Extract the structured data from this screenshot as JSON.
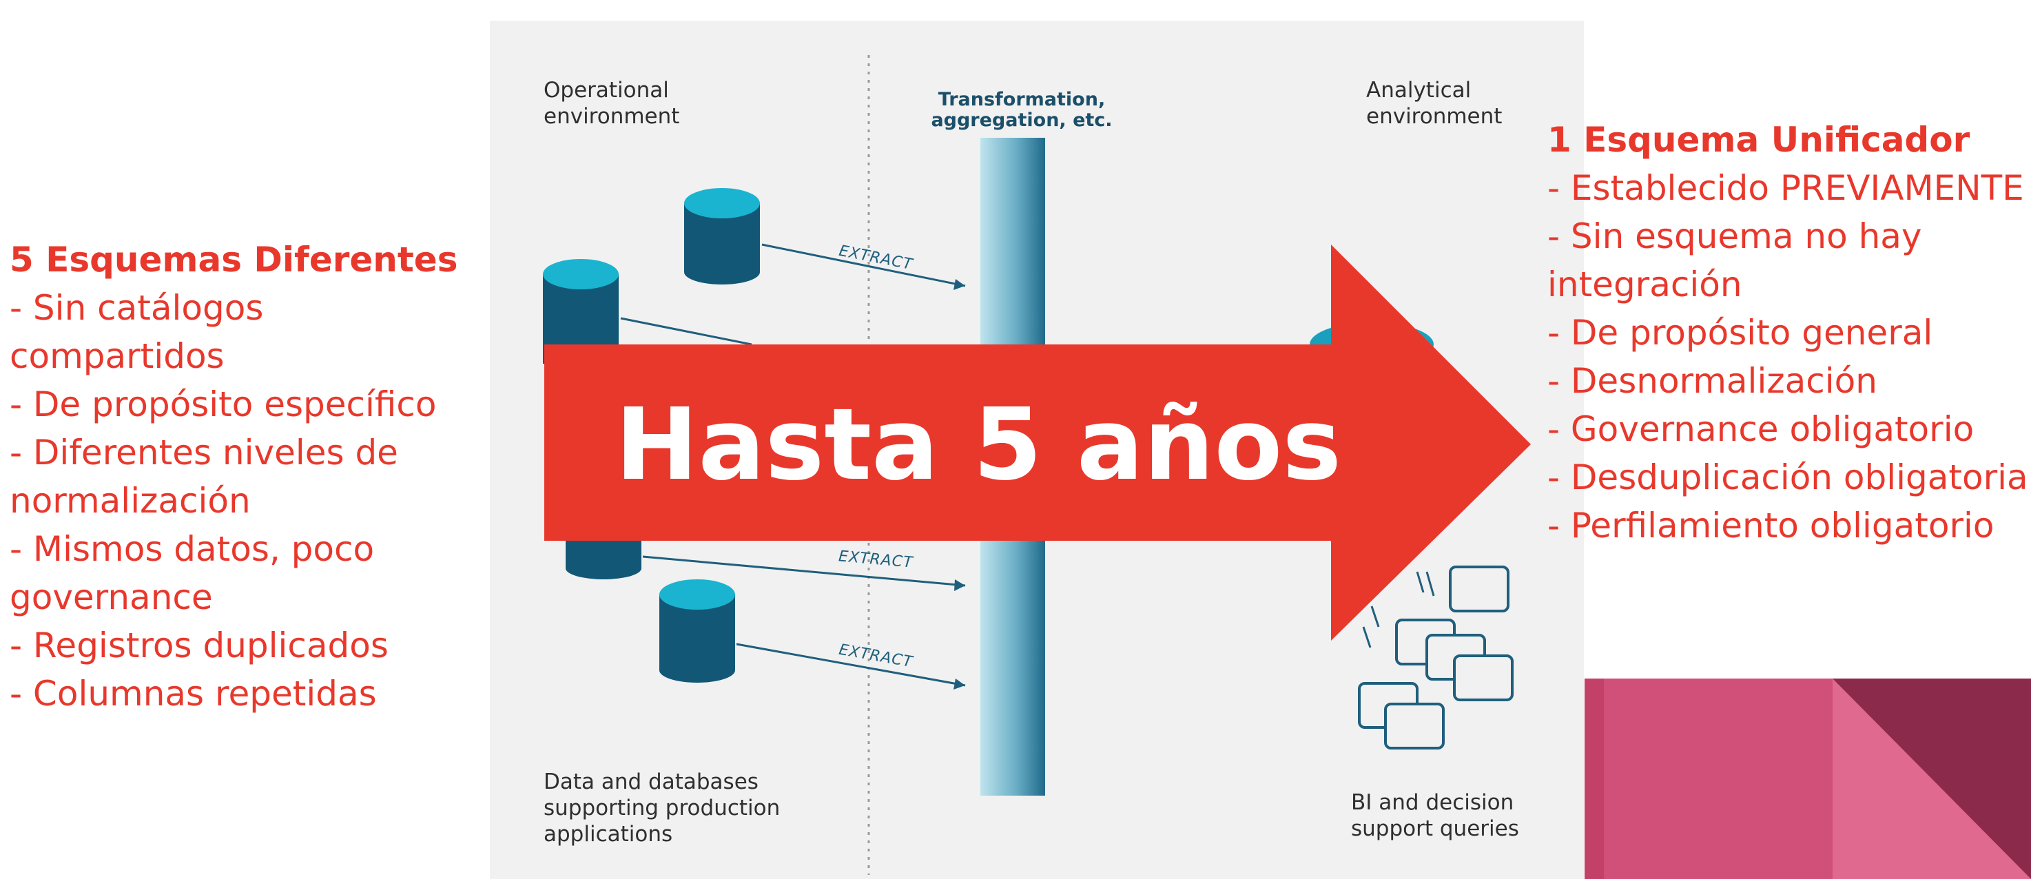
{
  "left": {
    "title": "5 Esquemas Diferentes",
    "items": [
      "- Sin catálogos compartidos",
      "- De propósito específico",
      "- Diferentes niveles de normalización",
      "- Mismos datos, poco governance",
      "- Registros duplicados",
      "- Columnas repetidas"
    ]
  },
  "right": {
    "title": "1 Esquema Unificador",
    "items": [
      "- Establecido PREVIAMENTE",
      "- Sin esquema no hay integración",
      "- De propósito general",
      "- Desnormalización",
      "- Governance obligatorio",
      "- Desduplicación obligatoria",
      "- Perfilamiento obligatorio"
    ]
  },
  "diagram": {
    "operational_label": "Operational environment",
    "transform_label": "Transformation, aggregation, etc.",
    "analytical_label": "Analytical environment",
    "extract_labels": [
      "EXTRACT",
      "EXTRACT",
      "EXTRACT"
    ],
    "data_label": "Data and databases supporting production applications",
    "bi_label": "BI and decision support queries"
  },
  "arrow": {
    "text": "Hasta 5 años",
    "color": "#e8382c"
  },
  "colors": {
    "accent_red": "#e8382c",
    "db_dark": "#125876",
    "db_light": "#1ab4d0",
    "corner_pink": "#e06a8f",
    "corner_dark": "#8c2a4b"
  }
}
